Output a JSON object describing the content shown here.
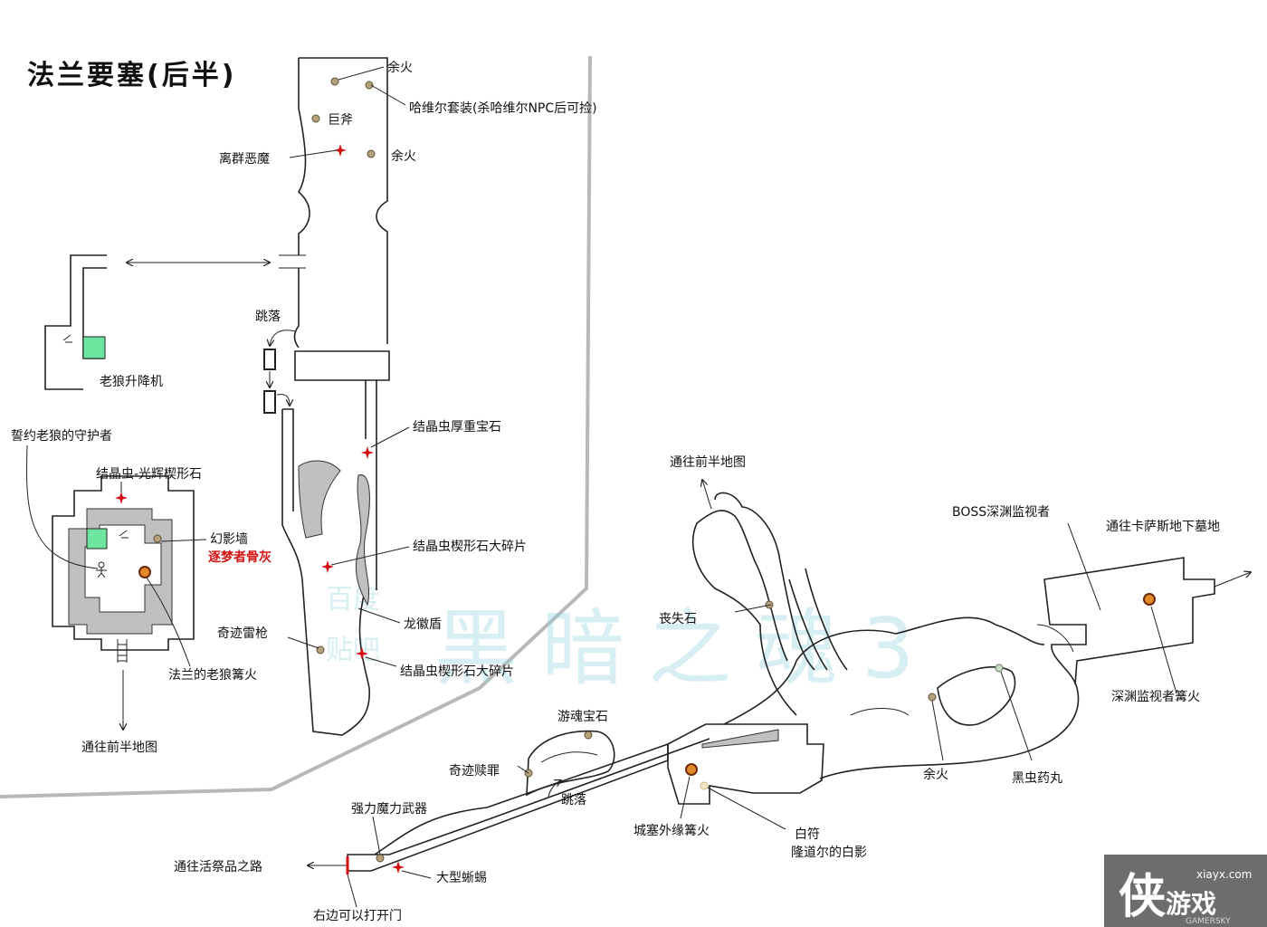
{
  "title": "法兰要塞(后半)",
  "watermark": {
    "main": "黑暗之魂3",
    "small_1": "百度",
    "small_2": "贴吧"
  },
  "labels": {
    "ember_top": "余火",
    "havel_set": "哈维尔套装(杀哈维尔NPC后可捡)",
    "great_axe": "巨斧",
    "outrider_knight": "离群恶魔",
    "ember_mid": "余火",
    "jump_down_top": "跳落",
    "old_wolf_lift": "老狼升降机",
    "crystal_heavy_gem": "结晶虫厚重宝石",
    "guardian": "誓约老狼的守护者",
    "crystal_twinkling": "结晶虫-光辉楔形石",
    "illusory_wall": "幻影墙",
    "dreamchaser_ashes": "逐梦者骨灰",
    "crystal_large_1": "结晶虫楔形石大碎片",
    "dragon_crest_shield": "龙徽盾",
    "lightning_spear": "奇迹雷枪",
    "crystal_large_2": "结晶虫楔形石大碎片",
    "old_wolf_bonfire": "法兰的老狼篝火",
    "to_first_half_left": "通往前半地图",
    "to_first_half_right": "通往前半地图",
    "boss_watchers": "BOSS深渊监视者",
    "to_catacombs": "通往卡萨斯地下墓地",
    "lost_stone": "丧失石",
    "watchers_bonfire": "深渊监视者篝火",
    "ember_right": "余火",
    "black_bug_pellet": "黑虫药丸",
    "soul_stray_gem": "游魂宝石",
    "miracle_sin": "奇迹赎罪",
    "jump_down_bottom": "跳落",
    "heavy_magic_weapon": "强力魔力武器",
    "keep_ruins_bonfire": "城塞外缘篝火",
    "white_sign": "白符",
    "white_sign_name": "隆道尔的白影",
    "to_sacrifice_road": "通往活祭品之路",
    "giant_lizard": "大型蜥蜴",
    "door_note": "右边可以打开门"
  },
  "logo": {
    "main": "侠游戏",
    "site": "xiayx.com",
    "sub": "GAMERSKY"
  },
  "colors": {
    "bonfire": "#e08a2a",
    "item": "#b5a27a",
    "enemy_mark": "#d21010",
    "elevator": "#6ee6a0",
    "grey_area": "#c0c0c0"
  }
}
